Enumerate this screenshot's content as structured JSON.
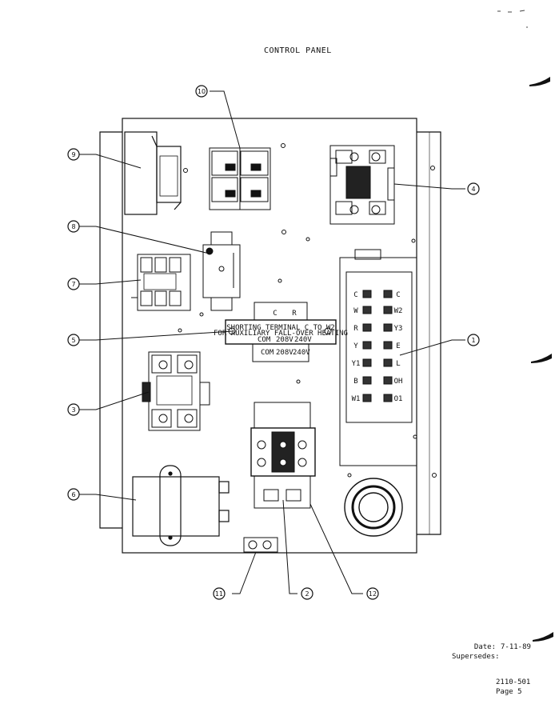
{
  "header": {
    "title": "CONTROL PANEL"
  },
  "callouts": [
    {
      "id": "c10",
      "num": "10"
    },
    {
      "id": "c9",
      "num": "9"
    },
    {
      "id": "c4",
      "num": "4"
    },
    {
      "id": "c8",
      "num": "8"
    },
    {
      "id": "c7",
      "num": "7"
    },
    {
      "id": "c5",
      "num": "5"
    },
    {
      "id": "c1",
      "num": "1"
    },
    {
      "id": "c3",
      "num": "3"
    },
    {
      "id": "c6",
      "num": "6"
    },
    {
      "id": "c11",
      "num": "11"
    },
    {
      "id": "c2",
      "num": "2"
    },
    {
      "id": "c12",
      "num": "12"
    }
  ],
  "terminal_board": {
    "left": [
      "C",
      "W",
      "R",
      "Y",
      "Y1",
      "B",
      "W1"
    ],
    "right": [
      "C",
      "W2",
      "Y3",
      "E",
      "L",
      "OH",
      "O1"
    ]
  },
  "transformer": {
    "top": [
      "C",
      "R"
    ],
    "line1": "SHORTING TERMINAL C TO W2",
    "line2": "FOR AUXILIARY FALL-OVER HEATING",
    "taps": [
      "COM",
      "208V",
      "240V"
    ],
    "bottom_taps": [
      "COM",
      "208V",
      "240V"
    ]
  },
  "footer": {
    "date_label": "Date:",
    "date": "7-11-89",
    "supersedes_label": "Supersedes:",
    "doc_number": "2110-501",
    "page": "Page 5"
  }
}
